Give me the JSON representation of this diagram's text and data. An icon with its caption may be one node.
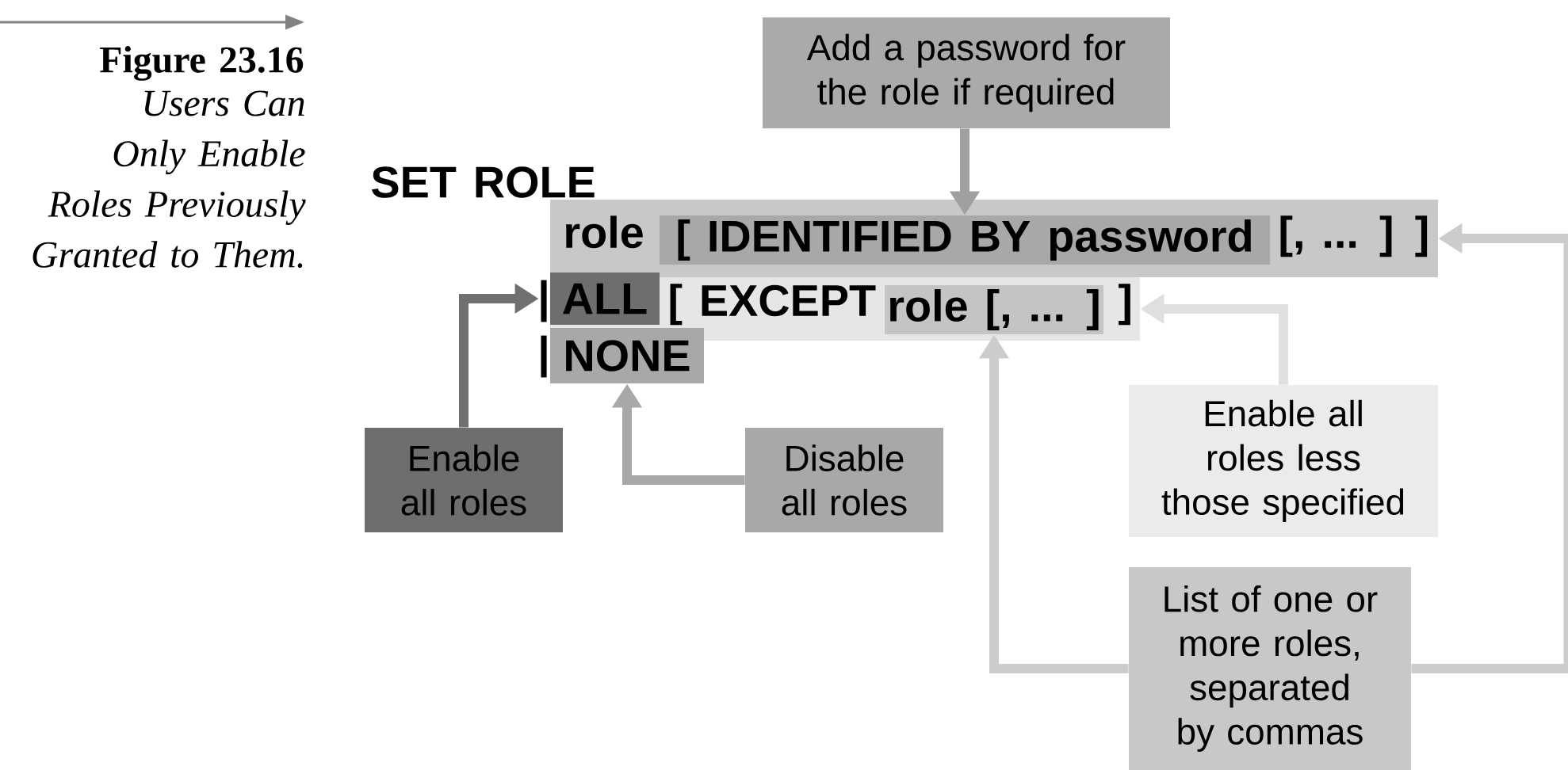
{
  "diagram": {
    "title": "Figure 23.16",
    "caption": "Users Can Only Enable Roles Previously Granted to Them.",
    "nodes": [
      {
        "text": [
          "role",
          "[, ... ] ]"
        ]
      },
      {
        "text": [
          "[ IDENTIFIED BY password"
        ],
        "in": 0
      },
      {
        "text": [
          "[ EXCEPT",
          "]"
        ]
      },
      {
        "text": [
          "ALL"
        ],
        "in": 2
      },
      {
        "text": [
          "role [, ... ]"
        ],
        "in": 2
      },
      {
        "text": [
          "NONE"
        ]
      },
      {
        "text": [
          "Add a password for the role if required"
        ]
      },
      {
        "text": [
          "Enable all roles"
        ]
      },
      {
        "text": [
          "Disable all roles"
        ]
      },
      {
        "text": [
          "Enable all roles less those specified"
        ]
      },
      {
        "text": [
          "List of one or more roles, separated by commas"
        ]
      }
    ],
    "edges": [
      {
        "from": 6,
        "to": 1,
        "arrow": "to",
        "color": "#a0a0a0"
      },
      {
        "from": 7,
        "to": 3,
        "arrow": "to",
        "color": "#707070"
      },
      {
        "from": 8,
        "to": 5,
        "arrow": "to",
        "color": "#a8a8a8"
      },
      {
        "from": 9,
        "to": 2,
        "arrow": "to",
        "color": "#e0e0e0"
      },
      {
        "from": 10,
        "to": 4,
        "arrow": "to",
        "color": "#cccccc"
      },
      {
        "from": 10,
        "to": 0,
        "arrow": "to",
        "color": "#cccccc"
      }
    ],
    "labels": [
      "SET ROLE",
      "|",
      "|"
    ]
  }
}
